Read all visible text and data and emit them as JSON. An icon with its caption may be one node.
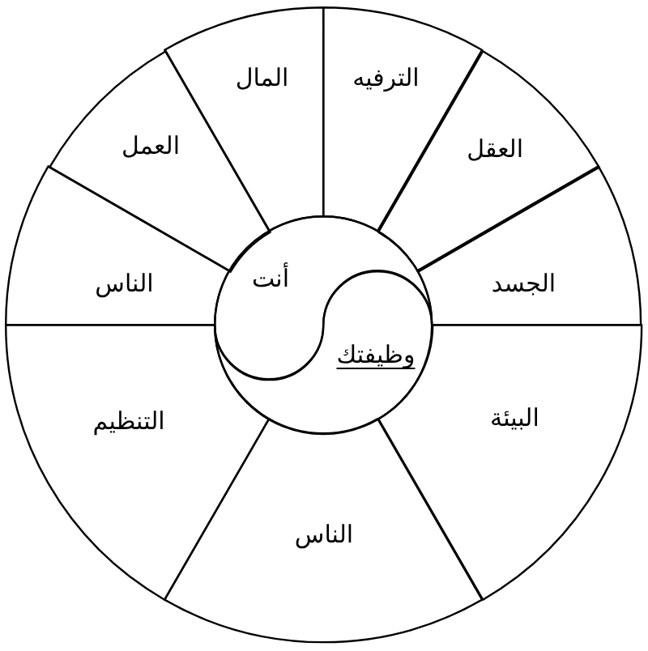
{
  "diagram": {
    "nodes": [
      {
        "text": [
          "الترفيه"
        ]
      },
      {
        "text": [
          "العقل"
        ]
      },
      {
        "text": [
          "الجسد"
        ]
      },
      {
        "text": [
          "البيئة"
        ]
      },
      {
        "text": [
          "الناس"
        ]
      },
      {
        "text": [
          "التنظيم"
        ]
      },
      {
        "text": [
          "الناس"
        ]
      },
      {
        "text": [
          "العمل"
        ]
      },
      {
        "text": [
          "المال"
        ]
      },
      {
        "text": [
          "أنت"
        ]
      },
      {
        "text": [
          "وظيفتك"
        ]
      }
    ]
  }
}
